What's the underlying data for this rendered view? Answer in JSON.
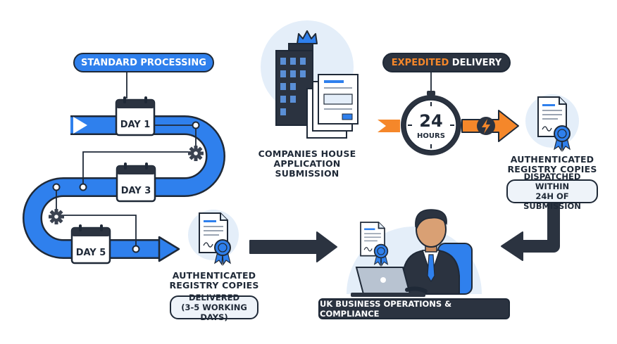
{
  "standard": {
    "title": "STANDARD PROCESSING",
    "days": [
      "DAY 1",
      "DAY 3",
      "DAY 5"
    ],
    "output_caption_line1": "AUTHENTICATED",
    "output_caption_line2": "REGISTRY COPIES",
    "status_line1": "DELIVERED",
    "status_line2": "(3-5 WORKING DAYS)"
  },
  "center": {
    "caption_line1": "COMPANIES HOUSE",
    "caption_line2": "APPLICATION",
    "caption_line3": "SUBMISSION"
  },
  "expedited": {
    "title_highlight": "EXPEDITED",
    "title_rest": " DELIVERY",
    "clock_number": "24",
    "clock_unit": "HOURS",
    "output_caption_line1": "AUTHENTICATED",
    "output_caption_line2": "REGISTRY COPIES",
    "status_line1": "DISPATCHED WITHIN",
    "status_line2": "24H OF SUBMISSION"
  },
  "destination": {
    "label": "UK BUSINESS OPERATIONS & COMPLIANCE"
  },
  "colors": {
    "blue": "#2f80ed",
    "orange": "#f5872a",
    "dark": "#2b3340",
    "light_bg": "#e4eef9"
  },
  "icons": [
    "calendar-icon",
    "gear-icon",
    "document-icon",
    "seal-icon",
    "building-icon",
    "crown-icon",
    "clock-icon",
    "lightning-icon",
    "laptop-icon",
    "person-icon"
  ]
}
